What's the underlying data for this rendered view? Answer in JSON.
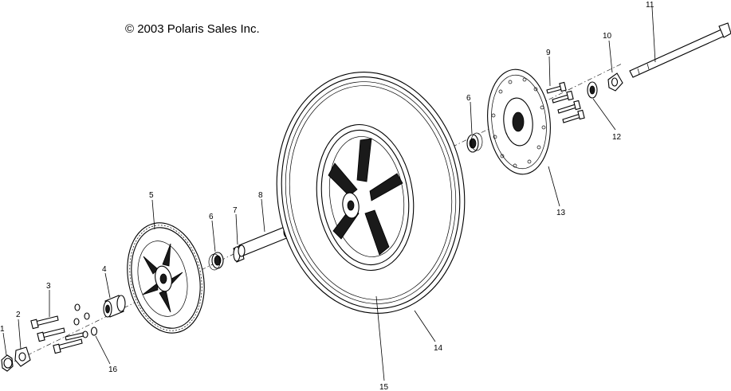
{
  "copyright": "© 2003 Polaris Sales Inc.",
  "callouts": {
    "c1": "1",
    "c2": "2",
    "c3": "3",
    "c4": "4",
    "c5": "5",
    "c6a": "6",
    "c6b": "6",
    "c7": "7",
    "c8": "8",
    "c9": "9",
    "c10": "10",
    "c11": "11",
    "c12": "12",
    "c13": "13",
    "c14": "14",
    "c15": "15",
    "c16": "16"
  }
}
